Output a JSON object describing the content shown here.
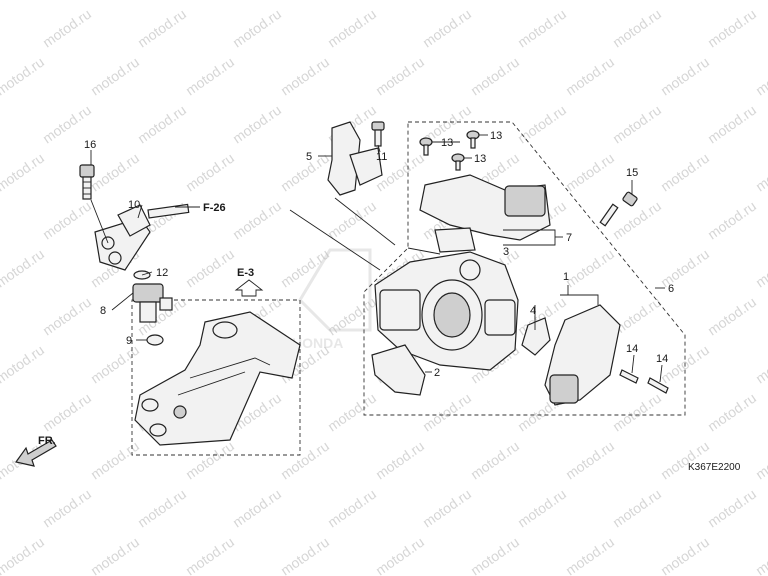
{
  "diagram": {
    "watermark_text": "motod.ru",
    "diagram_code": "K367E2200",
    "brand_logo_text": "HONDA",
    "direction_label": "FR.",
    "refs": {
      "f26": "F-26",
      "e3": "E-3"
    },
    "callouts": [
      {
        "id": "c1",
        "text": "1"
      },
      {
        "id": "c2",
        "text": "2"
      },
      {
        "id": "c3",
        "text": "3"
      },
      {
        "id": "c4",
        "text": "4"
      },
      {
        "id": "c5",
        "text": "5"
      },
      {
        "id": "c6",
        "text": "6"
      },
      {
        "id": "c7",
        "text": "7"
      },
      {
        "id": "c8",
        "text": "8"
      },
      {
        "id": "c9",
        "text": "9"
      },
      {
        "id": "c10",
        "text": "10"
      },
      {
        "id": "c11",
        "text": "11"
      },
      {
        "id": "c12",
        "text": "12"
      },
      {
        "id": "c13a",
        "text": "13"
      },
      {
        "id": "c13b",
        "text": "13"
      },
      {
        "id": "c13c",
        "text": "13"
      },
      {
        "id": "c14a",
        "text": "14"
      },
      {
        "id": "c14b",
        "text": "14"
      },
      {
        "id": "c15",
        "text": "15"
      },
      {
        "id": "c16",
        "text": "16"
      }
    ]
  }
}
